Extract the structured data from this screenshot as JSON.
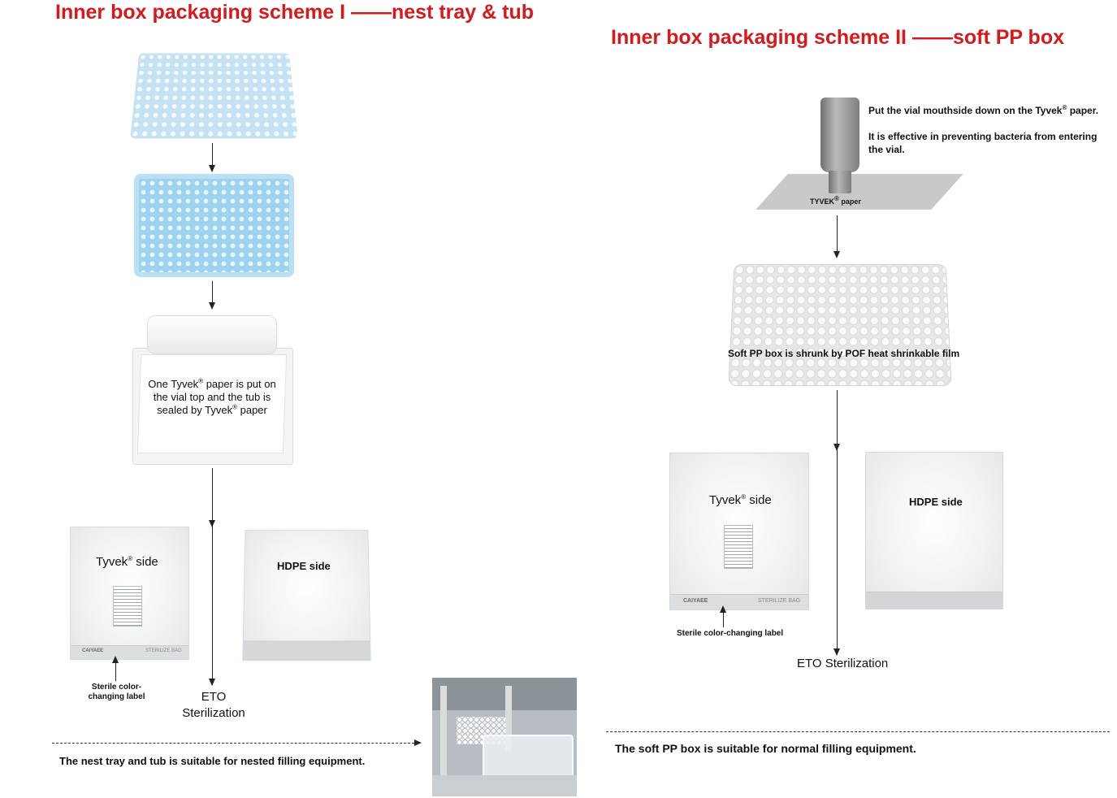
{
  "scheme1": {
    "title": "Inner box packaging scheme I ——nest tray & tub",
    "tyvek_paper_note": {
      "line1a": "One Tyvek",
      "line1b": " paper is put on",
      "line2": "the vial top and the tub is",
      "line3a": "sealed by Tyvek",
      "line3b": " paper",
      "reg": "®"
    },
    "tyvek_side": {
      "word": "Tyvek",
      "reg": "®",
      "side": " side"
    },
    "hdpe_side": "HDPE side",
    "sterile_label": {
      "line1": "Sterile color-",
      "line2": "changing label"
    },
    "eto": {
      "line1": "ETO",
      "line2": "Sterilization"
    },
    "bottom_note": "The nest tray and tub is suitable for nested filling equipment."
  },
  "scheme2": {
    "title": "Inner box packaging scheme II ——soft PP box",
    "vial_note": {
      "line1a": "Put the vial mouthside down on the Tyvek",
      "line1b": " paper.",
      "line2": "It is effective in preventing bacteria from entering",
      "line3": "the vial.",
      "reg": "®"
    },
    "tyvek_paper_label": {
      "word": "TYVEK",
      "reg": "®",
      "rest": " paper"
    },
    "soft_pp_note": "Soft PP box is shrunk by POF heat shrinkable film",
    "tyvek_side": {
      "word": "Tyvek",
      "reg": "®",
      "side": " side"
    },
    "hdpe_side": "HDPE side",
    "sterile_label": "Sterile color-changing label",
    "eto": "ETO Sterilization",
    "bottom_note": "The soft PP box is suitable for normal filling equipment."
  },
  "bag_print": {
    "brand": "CAIYAEE",
    "sterilize": "STERILIZE BAG"
  },
  "colors": {
    "title_red": "#d7191c",
    "tray_blue": "#c4e2f1",
    "tub_blue": "#9dd3ee"
  }
}
